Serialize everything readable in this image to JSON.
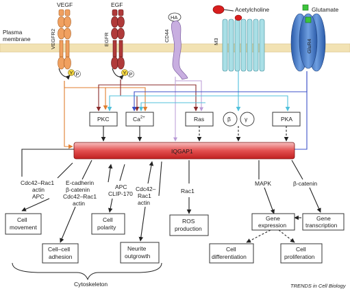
{
  "colors": {
    "membrane": "#f2e2b3",
    "vegfr2": "#f0a060",
    "egfr": "#b03a3a",
    "cd44": "#c8aee0",
    "m3": "#a9dfe6",
    "glur4": "#3d6fbf",
    "iqgap1_light": "#f5b0b0",
    "iqgap1_dark": "#d62b2b",
    "orange_arrow": "#e07d2e",
    "darkred_arrow": "#8a2a2a",
    "cyan_arrow": "#4fc0db",
    "blue_arrow": "#3b50c8",
    "lavender_arrow": "#c8aee0",
    "ligand_red": "#d81e1e",
    "ligand_green": "#3cc43c",
    "phospho_yellow": "#f5d742"
  },
  "membrane": {
    "label_line1": "Plasma",
    "label_line2": "membrane"
  },
  "receptors": {
    "vegfr2": {
      "ligand": "VEGF",
      "name": "VEGFR2"
    },
    "egfr": {
      "ligand": "EGF",
      "name": "EGFR"
    },
    "cd44": {
      "ligand": "HA",
      "name": "CD44"
    },
    "m3": {
      "ligand": "Acetylcholine",
      "name": "M3"
    },
    "glur4": {
      "ligand": "Glutamate",
      "name": "GluR4"
    }
  },
  "phospho": {
    "y": "Y",
    "p": "P"
  },
  "intermediates": {
    "pkc": "PKC",
    "ca": "Ca",
    "ca_sup": "2+",
    "ras": "Ras",
    "beta": "β",
    "gamma": "γ",
    "pka": "PKA"
  },
  "iqgap1": {
    "label": "IQGAP1"
  },
  "partners": {
    "cdc42_actin_apc": [
      "Cdc42–Rac1",
      "actin",
      "APC"
    ],
    "ecad_group": [
      "E-cadherin",
      "β-catenin",
      "Cdc42–Rac1",
      "actin"
    ],
    "apc_clip": [
      "APC",
      "CLIP-170"
    ],
    "cdc42_actin": [
      "Cdc42–",
      "Rac1",
      "actin"
    ],
    "rac1": "Rac1",
    "mapk": "MAPK",
    "betacatenin": "β-catenin"
  },
  "outputs": {
    "cell_movement": [
      "Cell",
      "movement"
    ],
    "cell_cell_adhesion": [
      "Cell–cell",
      "adhesion"
    ],
    "cell_polarity": [
      "Cell",
      "polarity"
    ],
    "neurite_outgrowth": [
      "Neurite",
      "outgrowth"
    ],
    "ros_production": [
      "ROS",
      "production"
    ],
    "gene_expression": [
      "Gene",
      "expression"
    ],
    "gene_transcription": [
      "Gene",
      "transcription"
    ],
    "cell_differentiation": [
      "Cell",
      "differentiation"
    ],
    "cell_proliferation": [
      "Cell",
      "proliferation"
    ]
  },
  "cytoskeleton_label": "Cytoskeleton",
  "footer": "TRENDS in Cell Biology"
}
